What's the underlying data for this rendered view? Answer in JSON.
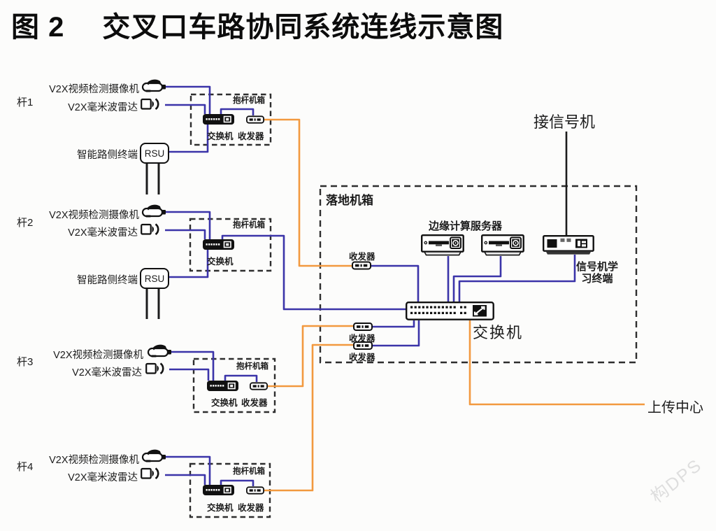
{
  "title": {
    "figure_no": "图 2",
    "text": "交叉口车路协同系统连线示意图"
  },
  "poles": [
    {
      "name": "杆1",
      "camera": "V2X视频检测摄像机",
      "radar": "V2X毫米波雷达",
      "box": "抱杆机箱",
      "switch": "交换机",
      "transceiver": "收发器",
      "rsu_label": "智能路侧终端",
      "rsu": "RSU"
    },
    {
      "name": "杆2",
      "camera": "V2X视频检测摄像机",
      "radar": "V2X毫米波雷达",
      "box": "抱杆机箱",
      "switch": "交换机",
      "rsu_label": "智能路侧终端",
      "rsu": "RSU"
    },
    {
      "name": "杆3",
      "camera": "V2X视频检测摄像机",
      "radar": "V2X毫米波雷达",
      "box": "抱杆机箱",
      "switch": "交换机",
      "transceiver": "收发器"
    },
    {
      "name": "杆4",
      "camera": "V2X视频检测摄像机",
      "radar": "V2X毫米波雷达",
      "box": "抱杆机箱",
      "switch": "交换机",
      "transceiver": "收发器"
    }
  ],
  "cabinet": {
    "label": "落地机箱",
    "edge_servers": "边缘计算服务器",
    "terminal": "信号机学习终端",
    "transceiver1": "收发器",
    "transceiver2": "收发器",
    "transceiver3": "收发器",
    "switch": "交换机"
  },
  "external": {
    "signal": "接信号机",
    "upload": "上传中心"
  },
  "watermark": "构DPS",
  "colors": {
    "wire_blue": "#3b34a9",
    "wire_orange": "#f2993f",
    "line_black": "#1c1c1c"
  }
}
